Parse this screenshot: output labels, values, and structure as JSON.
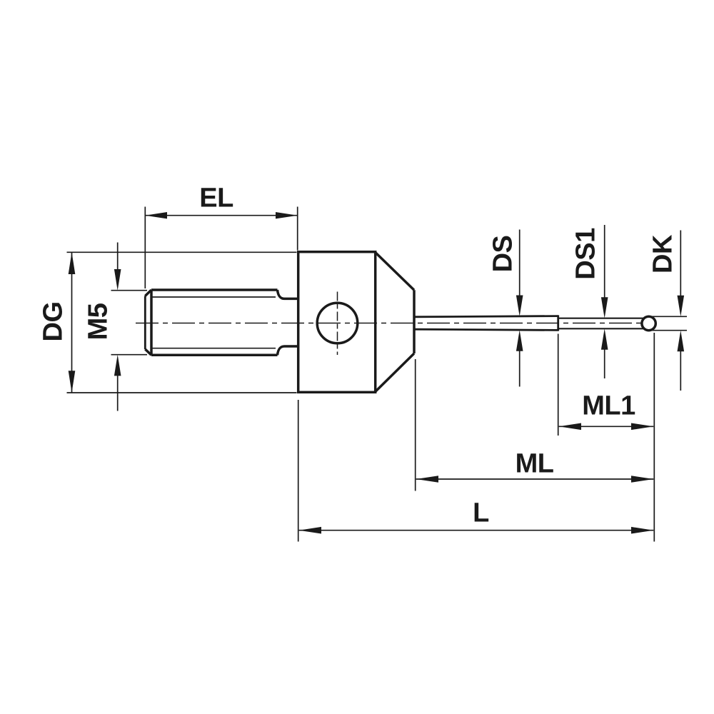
{
  "drawing": {
    "labels": {
      "el": "EL",
      "dg": "DG",
      "m5": "M5",
      "ds": "DS",
      "ds1": "DS1",
      "dk": "DK",
      "ml1": "ML1",
      "ml": "ML",
      "l": "L"
    },
    "colors": {
      "ink": "#1a1a1a",
      "background": "#ffffff"
    }
  }
}
